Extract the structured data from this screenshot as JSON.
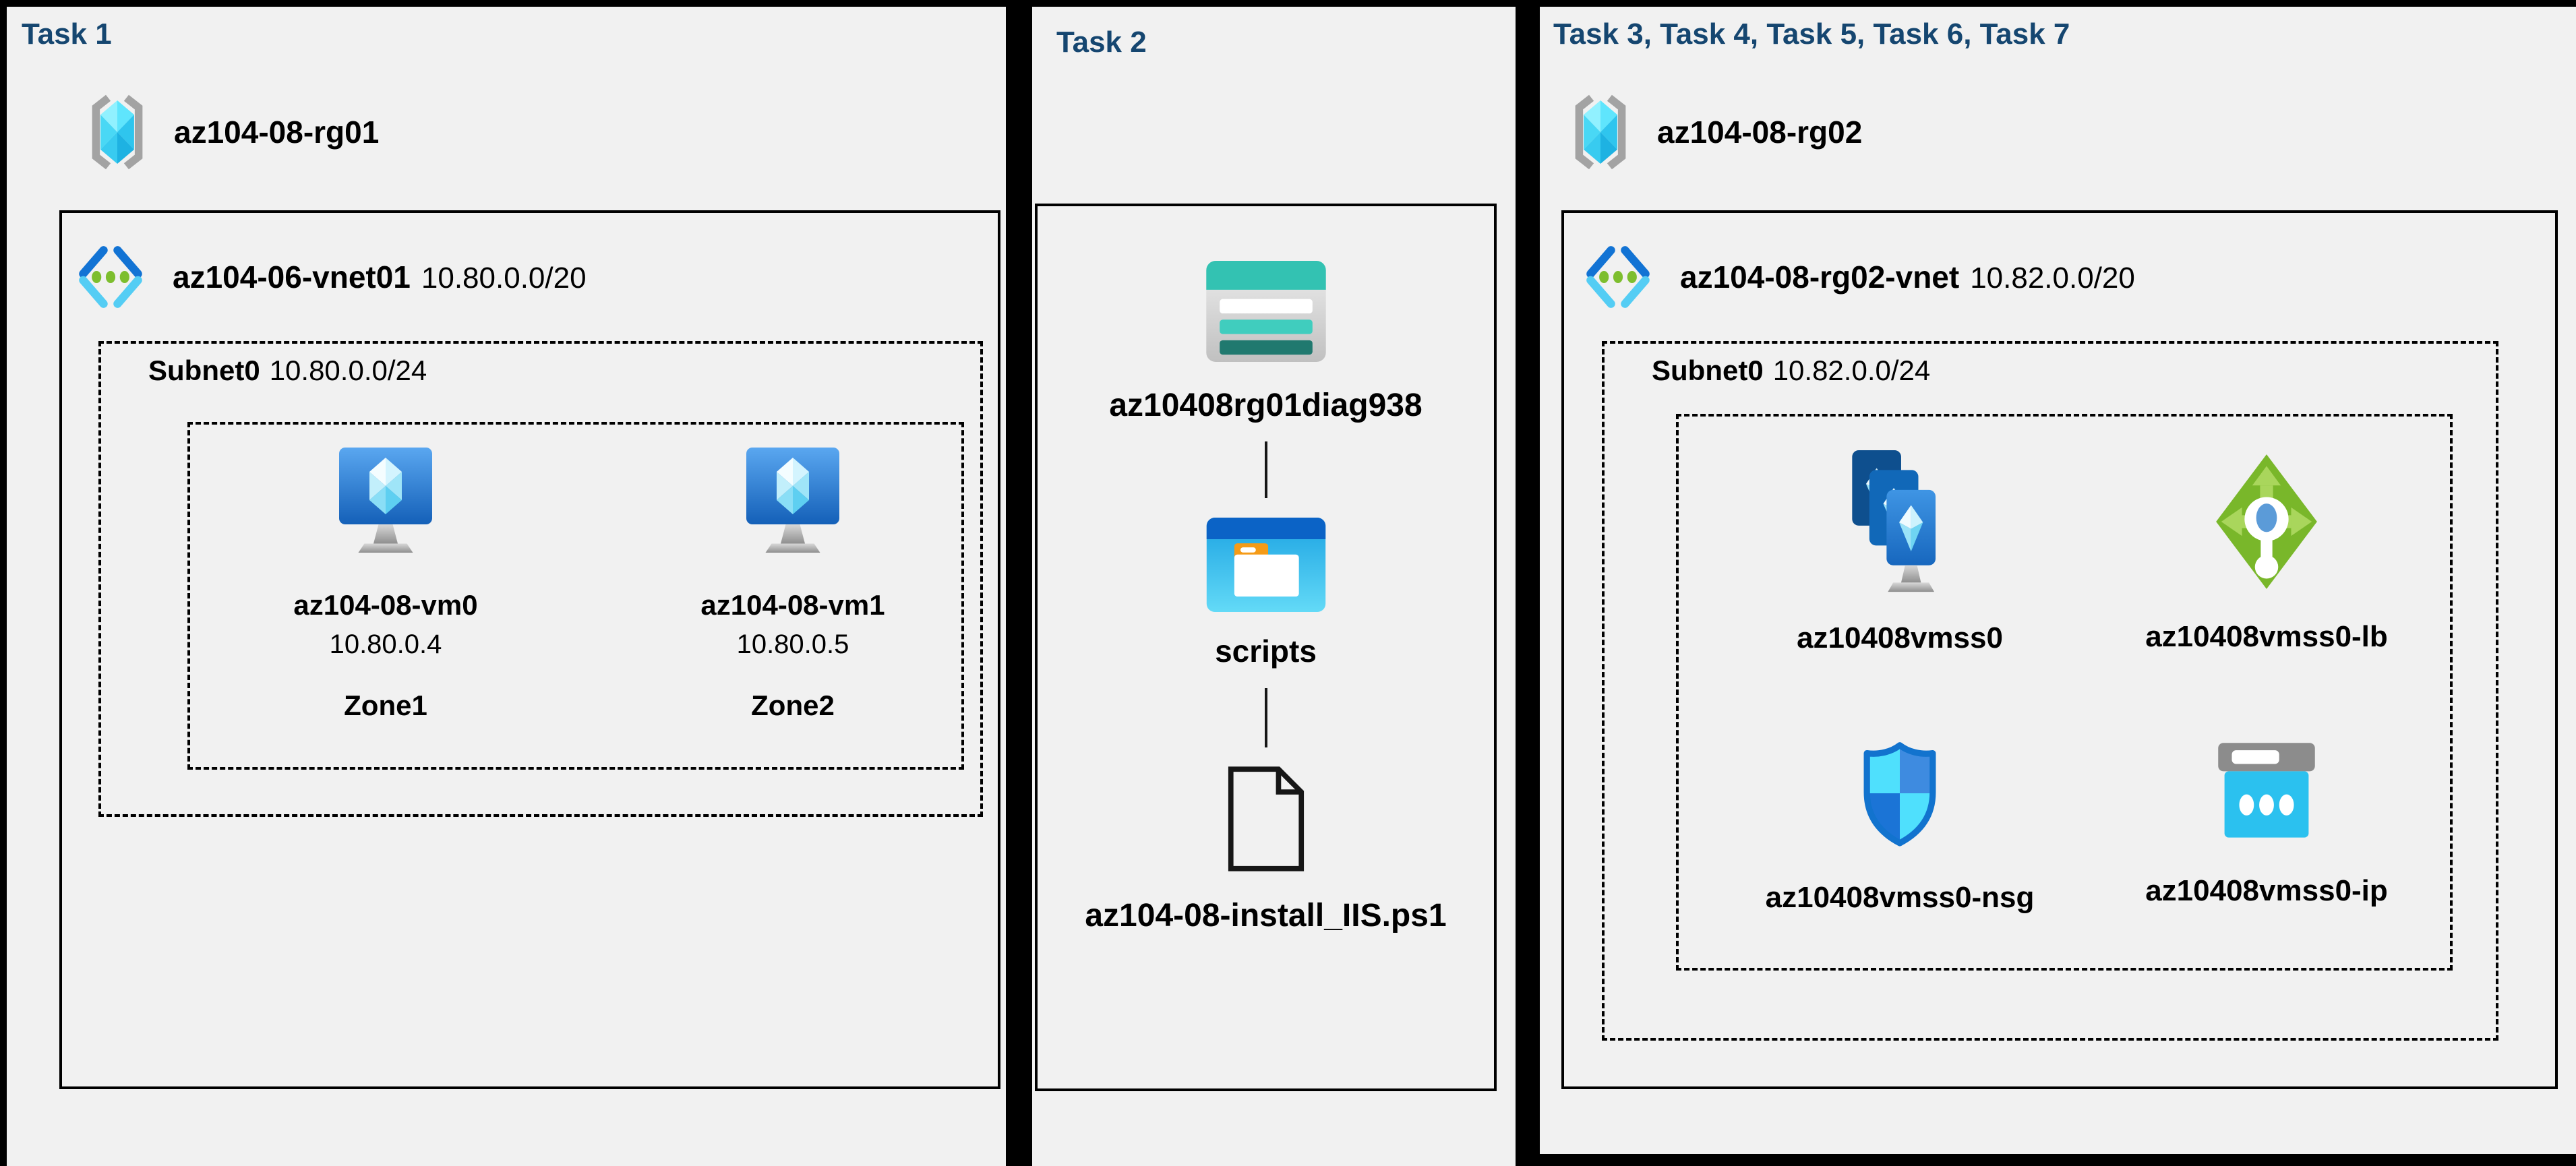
{
  "page": {
    "background": "#000000",
    "panel_background": "#F1F1F1",
    "title_color": "#154670",
    "accent_azure_blue": "#1273D4",
    "accent_cyan": "#54CDF4",
    "accent_green": "#79B72A",
    "accent_teal": "#33C2B2"
  },
  "panels": {
    "task1": {
      "title": "Task 1",
      "resource_group": {
        "name": "az104-08-rg01",
        "icon": "resource-group-icon"
      },
      "vnet": {
        "name": "az104-06-vnet01",
        "cidr": "10.80.0.0/20",
        "icon": "virtual-network-icon"
      },
      "subnet": {
        "name": "Subnet0",
        "cidr": "10.80.0.0/24"
      },
      "vms": [
        {
          "name": "az104-08-vm0",
          "ip": "10.80.0.4",
          "zone": "Zone1",
          "icon": "virtual-machine-icon"
        },
        {
          "name": "az104-08-vm1",
          "ip": "10.80.0.5",
          "zone": "Zone2",
          "icon": "virtual-machine-icon"
        }
      ]
    },
    "task2": {
      "title": "Task 2",
      "storage_account": {
        "name": "az10408rg01diag938",
        "icon": "storage-account-icon"
      },
      "container": {
        "name": "scripts",
        "icon": "blob-container-icon"
      },
      "file": {
        "name": "az104-08-install_IIS.ps1",
        "icon": "file-icon"
      }
    },
    "task3": {
      "title": "Task 3, Task 4, Task 5, Task 6, Task 7",
      "resource_group": {
        "name": "az104-08-rg02",
        "icon": "resource-group-icon"
      },
      "vnet": {
        "name": "az104-08-rg02-vnet",
        "cidr": "10.82.0.0/20",
        "icon": "virtual-network-icon"
      },
      "subnet": {
        "name": "Subnet0",
        "cidr": "10.82.0.0/24"
      },
      "resources": [
        {
          "name": "az10408vmss0",
          "icon": "vmss-icon"
        },
        {
          "name": "az10408vmss0-lb",
          "icon": "load-balancer-icon"
        },
        {
          "name": "az10408vmss0-nsg",
          "icon": "nsg-icon"
        },
        {
          "name": "az10408vmss0-ip",
          "icon": "public-ip-icon"
        }
      ]
    }
  }
}
